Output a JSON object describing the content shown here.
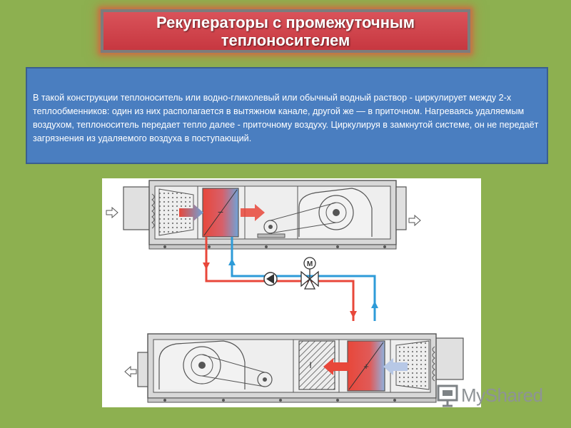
{
  "slide": {
    "title": "Рекуператоры с промежуточным теплоносителем",
    "description": "В такой конструкции теплоноситель или водно-гликолевый или обычный водный раствор -  циркулирует между  2-х теплообменников:  один из них располагается в вытяжном канале,  другой же — в приточном. Нагреваясь удаляемым воздухом, теплоноситель передает тепло далее - приточному воздуху. Циркулируя в замкнутой системе, он не передаёт загрязнения из удаляемого воздуха в поступающий."
  },
  "diagram": {
    "motor_label": "M",
    "upper_exchanger_sign": "−",
    "lower_exchanger_sign": "+",
    "filter_sign": "I",
    "colors": {
      "hot": "#e8473a",
      "cold": "#2e9bd8",
      "casing": "#dcdcdc",
      "line": "#555555"
    }
  },
  "logo": {
    "text": "MyShared",
    "icon": "presentation-board-icon"
  }
}
